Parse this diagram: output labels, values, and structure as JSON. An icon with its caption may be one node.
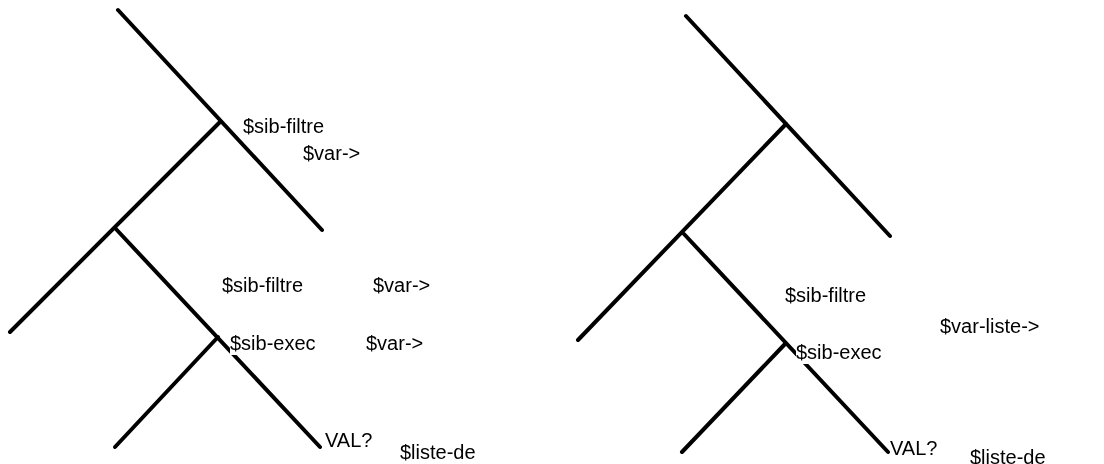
{
  "diagram": {
    "labels": [
      "$sib-filtre",
      "$var->",
      "$sib-filtre",
      "$var->",
      "$sib-exec",
      "$var->",
      "VAL?",
      "$liste-de",
      "$sib-filtre",
      "$var-liste->",
      "$sib-exec",
      "VAL?",
      "$liste-de"
    ]
  }
}
